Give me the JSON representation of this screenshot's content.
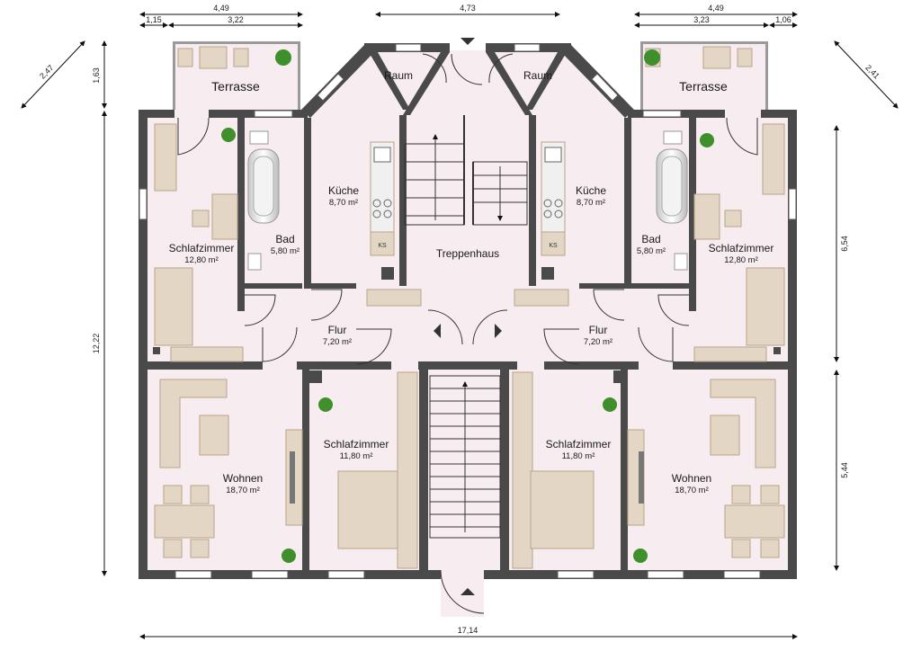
{
  "rooms": {
    "terrasse_left": {
      "name": "Terrasse"
    },
    "terrasse_right": {
      "name": "Terrasse"
    },
    "raum_left": {
      "name": "Raum"
    },
    "raum_right": {
      "name": "Raum"
    },
    "kueche_left": {
      "name": "Küche",
      "area": "8,70 m²"
    },
    "kueche_right": {
      "name": "Küche",
      "area": "8,70 m²"
    },
    "bad_left": {
      "name": "Bad",
      "area": "5,80 m²"
    },
    "bad_right": {
      "name": "Bad",
      "area": "5,80 m²"
    },
    "schlaf_top_left": {
      "name": "Schlafzimmer",
      "area": "12,80 m²"
    },
    "schlaf_top_right": {
      "name": "Schlafzimmer",
      "area": "12,80 m²"
    },
    "treppenhaus": {
      "name": "Treppenhaus"
    },
    "flur_left": {
      "name": "Flur",
      "area": "7,20 m²"
    },
    "flur_right": {
      "name": "Flur",
      "area": "7,20 m²"
    },
    "wohnen_left": {
      "name": "Wohnen",
      "area": "18,70 m²"
    },
    "wohnen_right": {
      "name": "Wohnen",
      "area": "18,70 m²"
    },
    "schlaf_bottom_left": {
      "name": "Schlafzimmer",
      "area": "11,80 m²"
    },
    "schlaf_bottom_right": {
      "name": "Schlafzimmer",
      "area": "11,80 m²"
    }
  },
  "fridge_label": "KS",
  "dimensions": {
    "top_left_total": "4,49",
    "top_left_a": "1,15",
    "top_left_b": "3,22",
    "top_center": "4,73",
    "top_right_total": "4,49",
    "top_right_a": "3,23",
    "top_right_b": "1,06",
    "diag_left": "2,47",
    "diag_right": "2,41",
    "left_terrace": "1,63",
    "left_height": "12,22",
    "right_upper": "6,54",
    "right_lower": "5,44",
    "bottom_width": "17,14"
  },
  "colors": {
    "wall": "#4a4a4a",
    "floor": "#f7ecef",
    "furniture": "#e4d6c4",
    "furniture_stroke": "#b9a48a",
    "plant": "#3f8f2c"
  }
}
